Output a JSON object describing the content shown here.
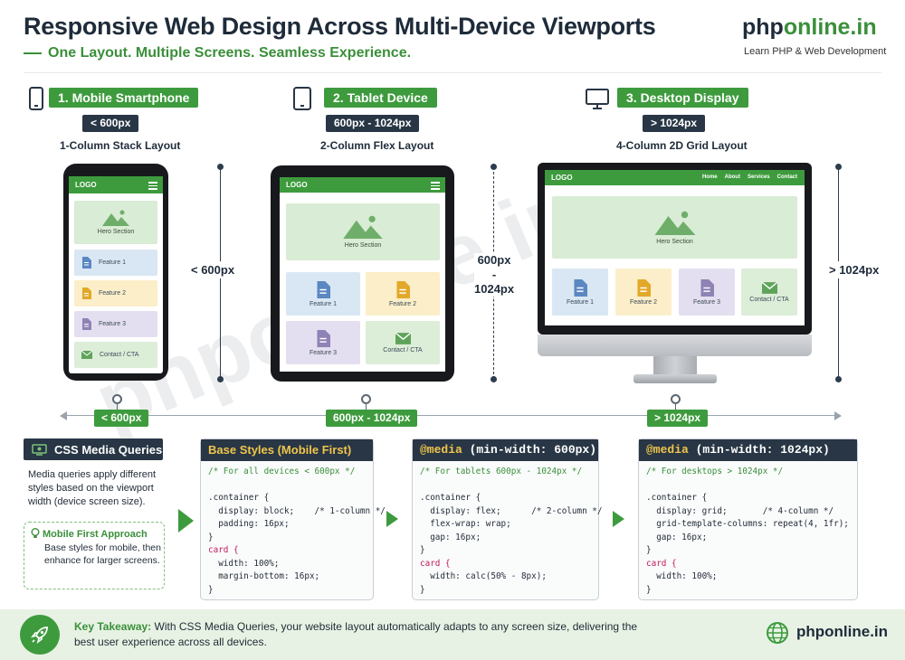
{
  "header": {
    "title": "Responsive Web Design Across Multi-Device Viewports",
    "subtitle": "One Layout. Multiple Screens. Seamless Experience.",
    "brand_prefix": "php",
    "brand_suffix": "online.in",
    "brand_tagline": "Learn PHP & Web Development"
  },
  "devices": [
    {
      "label": "1. Mobile Smartphone",
      "range": "< 600px",
      "layout": "1-Column Stack Layout",
      "icon": "smartphone-icon",
      "dimension": "< 600px",
      "screen": {
        "logo": "LOGO",
        "hero": "Hero Section",
        "cards": [
          "Feature 1",
          "Feature 2",
          "Feature 3",
          "Contact / CTA"
        ]
      }
    },
    {
      "label": "2. Tablet Device",
      "range": "600px - 1024px",
      "layout": "2-Column Flex Layout",
      "icon": "tablet-icon",
      "dimension_lines": [
        "600px",
        "-",
        "1024px"
      ],
      "screen": {
        "logo": "LOGO",
        "hero": "Hero Section",
        "cards": [
          "Feature 1",
          "Feature 2",
          "Feature 3",
          "Contact / CTA"
        ]
      }
    },
    {
      "label": "3. Desktop Display",
      "range": "> 1024px",
      "layout": "4-Column 2D Grid Layout",
      "icon": "desktop-monitor-icon",
      "dimension": "> 1024px",
      "screen": {
        "logo": "LOGO",
        "nav": [
          "Home",
          "About",
          "Services",
          "Contact"
        ],
        "hero": "Hero Section",
        "cards": [
          "Feature 1",
          "Feature 2",
          "Feature 3",
          "Contact / CTA"
        ]
      }
    }
  ],
  "timeline": [
    "< 600px",
    "600px - 1024px",
    "> 1024px"
  ],
  "media_queries": {
    "title": "CSS Media Queries",
    "description": "Media queries apply different styles based on the viewport width (device screen size).",
    "mobile_first_title": "Mobile First Approach",
    "mobile_first_text": "Base styles for mobile, then enhance for larger screens."
  },
  "code_panels": [
    {
      "head_plain": "Base Styles (Mobile First)",
      "comment": "/* For all devices < 600px */",
      "lines": [
        ".container {",
        "  display: block;    /* 1-column */",
        "  padding: 16px;",
        "}",
        "card {",
        "  width: 100%;",
        "  margin-bottom: 16px;",
        "}"
      ]
    },
    {
      "head_keyword": "@media",
      "head_rest": " (min-width: 600px)",
      "comment": "/* For tablets 600px - 1024px */",
      "lines": [
        ".container {",
        "  display: flex;      /* 2-column */",
        "  flex-wrap: wrap;",
        "  gap: 16px;",
        "}",
        "card {",
        "  width: calc(50% - 8px);",
        "}"
      ]
    },
    {
      "head_keyword": "@media",
      "head_rest": " (min-width: 1024px)",
      "comment": "/* For desktops > 1024px */",
      "lines": [
        ".container {",
        "  display: grid;       /* 4-column */",
        "  grid-template-columns: repeat(4, 1fr);",
        "  gap: 16px;",
        "}",
        "card {",
        "  width: 100%;",
        "}"
      ]
    }
  ],
  "footer": {
    "takeaway_label": "Key Takeaway:",
    "takeaway_text": " With CSS Media Queries, your website layout automatically adapts to any screen size, delivering the best user experience across all devices.",
    "brand": "phponline.in"
  },
  "watermark": "phponline.in",
  "colors": {
    "green": "#3d9b3d",
    "dark": "#283645",
    "hero": "#d9ecd5",
    "card_blue": "#d9e7f4",
    "card_yellow": "#fbeec8",
    "card_purple": "#e4dff0",
    "card_green": "#dcedd8"
  }
}
